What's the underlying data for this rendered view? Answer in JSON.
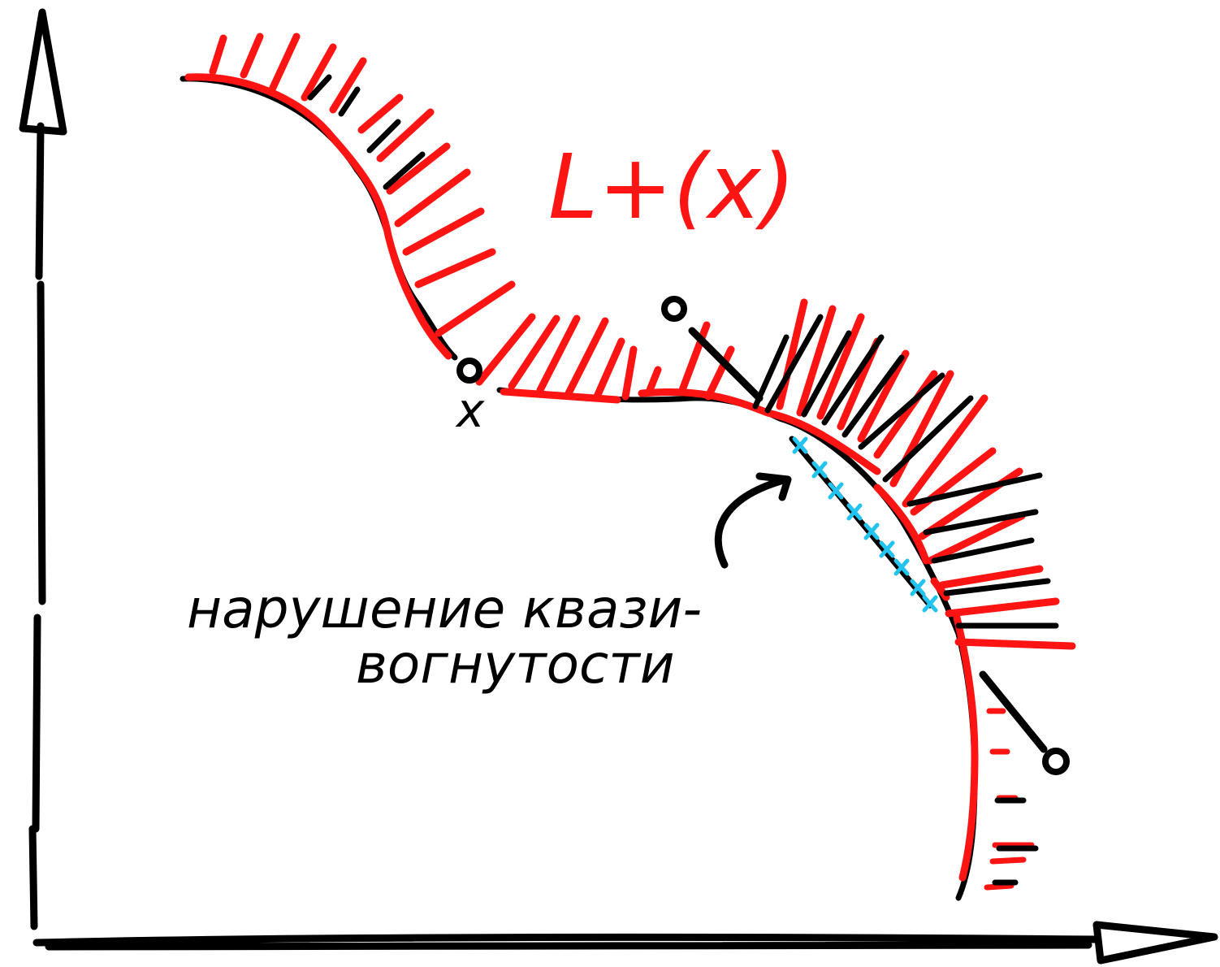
{
  "diagram": {
    "set_label": "L+(x)",
    "point_label": "x",
    "annotation_line1": "нарушение квази-",
    "annotation_line2": "вогнутости",
    "colors": {
      "ink": "#000000",
      "boundary": "#ff1414",
      "violation": "#22c3ee"
    }
  }
}
